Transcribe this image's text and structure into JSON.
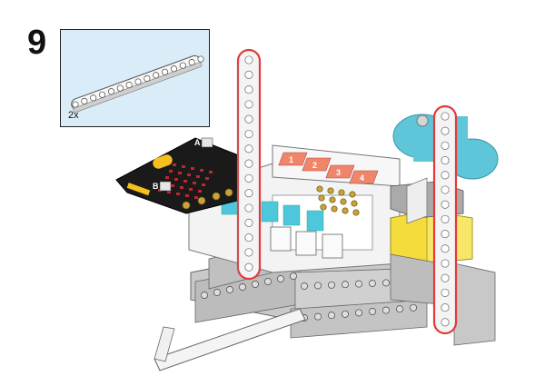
{
  "step": {
    "number": "9"
  },
  "parts": {
    "quantity_label": "2x",
    "part_icon": "beam-15-hole-icon",
    "part_color": "#f4f4f4"
  },
  "board": {
    "button_a": "A",
    "button_b": "B"
  },
  "ports": {
    "top_labels": [
      "1",
      "2",
      "3",
      "4"
    ],
    "top_color": "#f0856a",
    "side_color": "#4ec7dd"
  },
  "colors": {
    "highlight_outline": "#e23a3a",
    "beam_gray": "#b9b9b9",
    "fan_blue": "#5ec6d8",
    "motor_yellow": "#f3dc3c",
    "background_panel": "#d9ecf7"
  }
}
